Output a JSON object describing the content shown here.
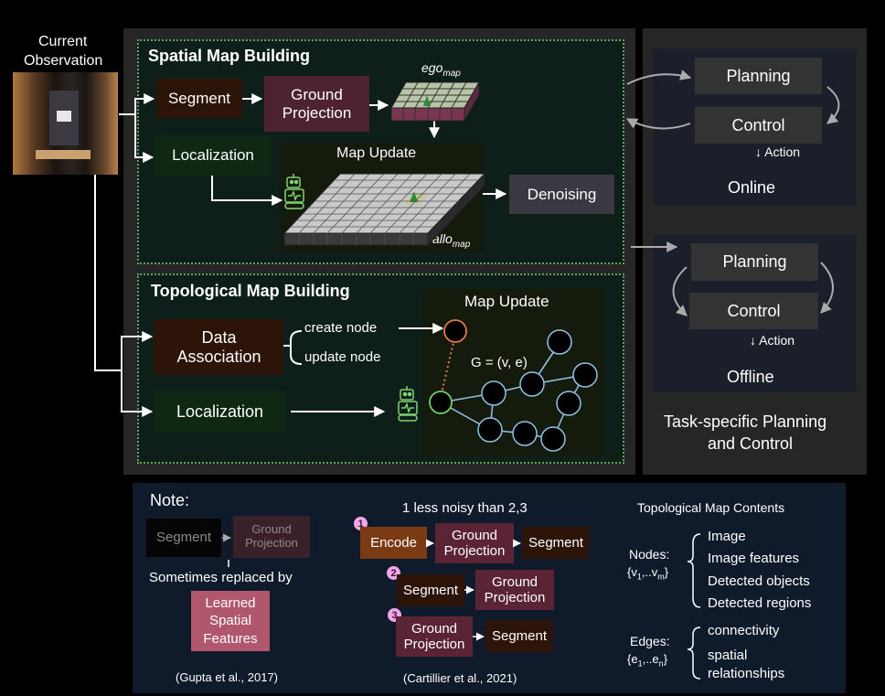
{
  "observation": {
    "label_line1": "Current",
    "label_line2": "Observation"
  },
  "spatial": {
    "title": "Spatial Map Building",
    "segment": "Segment",
    "ground_projection_line1": "Ground",
    "ground_projection_line2": "Projection",
    "ego_map": "ego",
    "ego_sub": "map",
    "localization": "Localization",
    "map_update": "Map Update",
    "allo_map": "allo",
    "allo_sub": "map",
    "denoising": "Denoising"
  },
  "topological": {
    "title": "Topological Map Building",
    "data_assoc_line1": "Data",
    "data_assoc_line2": "Association",
    "create_node": "create node",
    "update_node": "update node",
    "localization": "Localization",
    "map_update": "Map Update",
    "graph_label": "G = (v, e)"
  },
  "online": {
    "planning": "Planning",
    "control": "Control",
    "action": "Action",
    "label": "Online"
  },
  "offline": {
    "planning": "Planning",
    "control": "Control",
    "action": "Action",
    "label": "Offline"
  },
  "task_label_line1": "Task-specific Planning",
  "task_label_line2": "and Control",
  "note": {
    "title": "Note:",
    "segment": "Segment",
    "ground_projection_line1": "Ground",
    "ground_projection_line2": "Projection",
    "replaced_by": "Sometimes replaced by",
    "learned_line1": "Learned",
    "learned_line2": "Spatial",
    "learned_line3": "Features",
    "cite_gupta": "(Gupta et al., 2017)",
    "less_noisy": "1 less noisy than 2,3",
    "encode": "Encode",
    "gp_line1": "Ground",
    "gp_line2": "Projection",
    "segment1": "Segment",
    "segment2": "Segment",
    "segment3": "Segment",
    "n1": "1",
    "n2": "2",
    "n3": "3",
    "cite_cartillier": "(Cartillier et al., 2021)",
    "topo_contents_title": "Topological Map Contents",
    "nodes_label": "Nodes:",
    "nodes_set": "{v",
    "nodes_items": [
      "Image",
      "Image features",
      "Detected objects",
      "Detected regions"
    ],
    "edges_label": "Edges:",
    "edges_items": [
      "connectivity",
      "spatial",
      "relationships"
    ]
  },
  "colors": {
    "panel": "#262626",
    "note_panel": "#0f1b2a",
    "segment_box": "#2d1409",
    "ground_box": "#4d2233",
    "localization_box": "#0f2813",
    "denoising_box": "#3a3840",
    "planning_box": "#333333",
    "node_orange": "#e27a4c",
    "node_green": "#6fcf6a",
    "node_blue": "#8fc3e6",
    "learned_box": "#b0566d"
  }
}
